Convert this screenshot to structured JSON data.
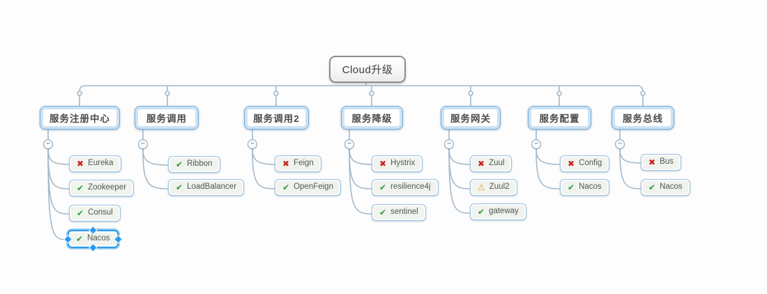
{
  "root": {
    "label": "Cloud升级"
  },
  "branches": [
    {
      "label": "服务注册中心",
      "children": [
        {
          "label": "Eureka",
          "status": "cross",
          "icon": "✖"
        },
        {
          "label": "Zookeeper",
          "status": "check",
          "icon": "✔"
        },
        {
          "label": "Consul",
          "status": "check",
          "icon": "✔"
        },
        {
          "label": "Nacos",
          "status": "check",
          "icon": "✔",
          "selected": true
        }
      ]
    },
    {
      "label": "服务调用",
      "children": [
        {
          "label": "Ribbon",
          "status": "check",
          "icon": "✔"
        },
        {
          "label": "LoadBalancer",
          "status": "check",
          "icon": "✔"
        }
      ]
    },
    {
      "label": "服务调用2",
      "children": [
        {
          "label": "Feign",
          "status": "cross",
          "icon": "✖"
        },
        {
          "label": "OpenFeign",
          "status": "check",
          "icon": "✔"
        }
      ]
    },
    {
      "label": "服务降级",
      "children": [
        {
          "label": "Hystrix",
          "status": "cross",
          "icon": "✖"
        },
        {
          "label": "resilience4j",
          "status": "check",
          "icon": "✔"
        },
        {
          "label": "sentinel",
          "status": "check",
          "icon": "✔"
        }
      ]
    },
    {
      "label": "服务网关",
      "children": [
        {
          "label": "Zuul",
          "status": "cross",
          "icon": "✖"
        },
        {
          "label": "Zuul2",
          "status": "warning",
          "icon": "⚠"
        },
        {
          "label": "gateway",
          "status": "check",
          "icon": "✔"
        }
      ]
    },
    {
      "label": "服务配置",
      "children": [
        {
          "label": "Config",
          "status": "cross",
          "icon": "✖"
        },
        {
          "label": "Nacos",
          "status": "check",
          "icon": "✔"
        }
      ]
    },
    {
      "label": "服务总线",
      "children": [
        {
          "label": "Bus",
          "status": "cross",
          "icon": "✖"
        },
        {
          "label": "Nacos",
          "status": "check",
          "icon": "✔"
        }
      ]
    }
  ],
  "icons": {
    "collapse": "−"
  },
  "colors": {
    "status_check": "#2a9b35",
    "status_cross": "#c9271d",
    "status_warning": "#f0a300",
    "branch_border": "#74aad6",
    "selection_blue": "#2b99ec",
    "connector": "#a3b8cb"
  }
}
